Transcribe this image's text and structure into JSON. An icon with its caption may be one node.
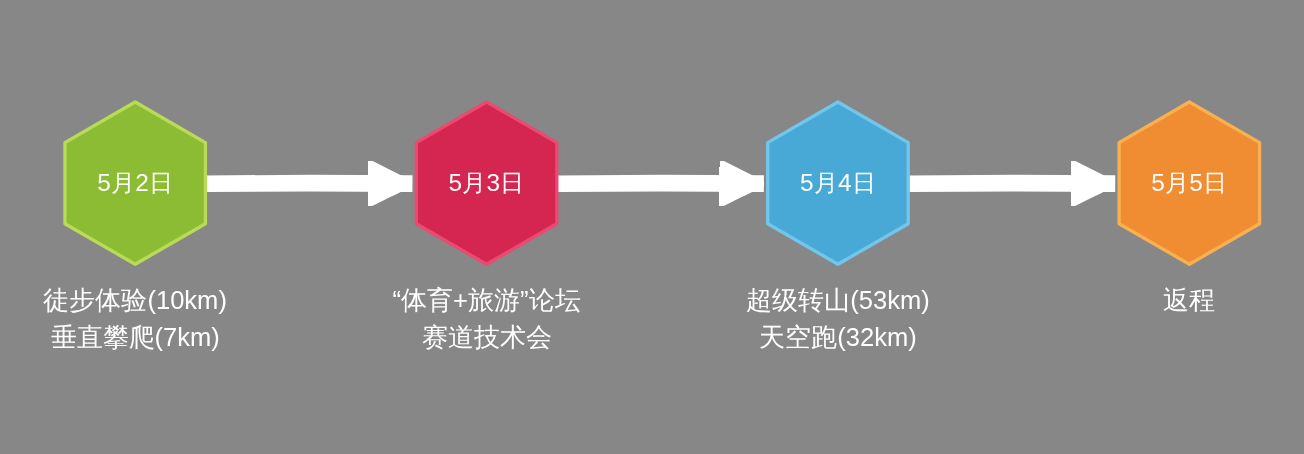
{
  "diagram": {
    "nodes": [
      {
        "text": [
          "5月2日"
        ],
        "beside": [
          "徒步体验(10km)",
          "垂直攀爬(7km)"
        ]
      },
      {
        "text": [
          "5月3日"
        ],
        "beside": [
          "“体育+旅游”论坛",
          "赛道技术会"
        ]
      },
      {
        "text": [
          "5月4日"
        ],
        "beside": [
          "超级转山(53km)",
          "天空跑(32km)"
        ]
      },
      {
        "text": [
          "5月5日"
        ],
        "beside": [
          "返程"
        ]
      }
    ],
    "edges": [
      {
        "from": 0,
        "to": 1,
        "arrow": "to"
      },
      {
        "from": 1,
        "to": 2,
        "arrow": "to"
      },
      {
        "from": 2,
        "to": 3,
        "arrow": "to"
      }
    ]
  }
}
